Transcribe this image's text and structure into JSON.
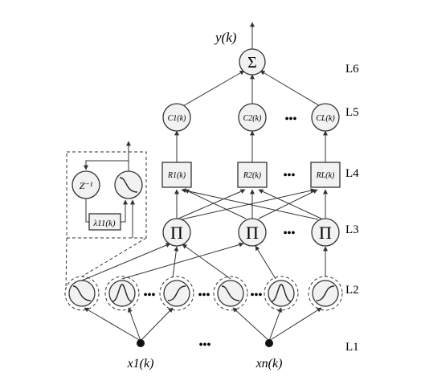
{
  "output": {
    "symbol": "y(k)",
    "sum": "Σ"
  },
  "layers": [
    "L6",
    "L5",
    "L4",
    "L3",
    "L2",
    "L1"
  ],
  "consequent_nodes": [
    "C1(k)",
    "C2(k)",
    "CL(k)"
  ],
  "rule_nodes": [
    "R1(k)",
    "R2(k)",
    "RL(k)"
  ],
  "product_symbol": "Π",
  "inputs": [
    "x1(k)",
    "xn(k)"
  ],
  "ellipsis": "•••",
  "inset": {
    "delay": "Z⁻¹",
    "feedback_weight": "λ11(k)"
  },
  "membership_shapes": [
    "z-shape",
    "bell",
    "s-shape",
    "z-shape",
    "bell",
    "s-shape"
  ]
}
